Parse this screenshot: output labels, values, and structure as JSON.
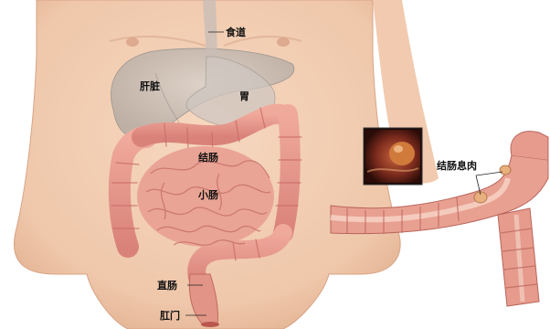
{
  "labels": {
    "esophagus": "食道",
    "liver": "肝脏",
    "stomach": "胃",
    "colon": "结肠",
    "small_intestine": "小肠",
    "rectum": "直肠",
    "anus": "肛门",
    "colon_polyp": "结肠息肉"
  },
  "colors": {
    "skin": "#f1ccb0",
    "skin_shadow": "#d9a98a",
    "organ_shadow": "#b8b3ae",
    "intestine": "#e79a8c",
    "intestine_dark": "#c96b63",
    "polyp": "#e8b07c",
    "endoscope_bg": "#3a1410"
  }
}
